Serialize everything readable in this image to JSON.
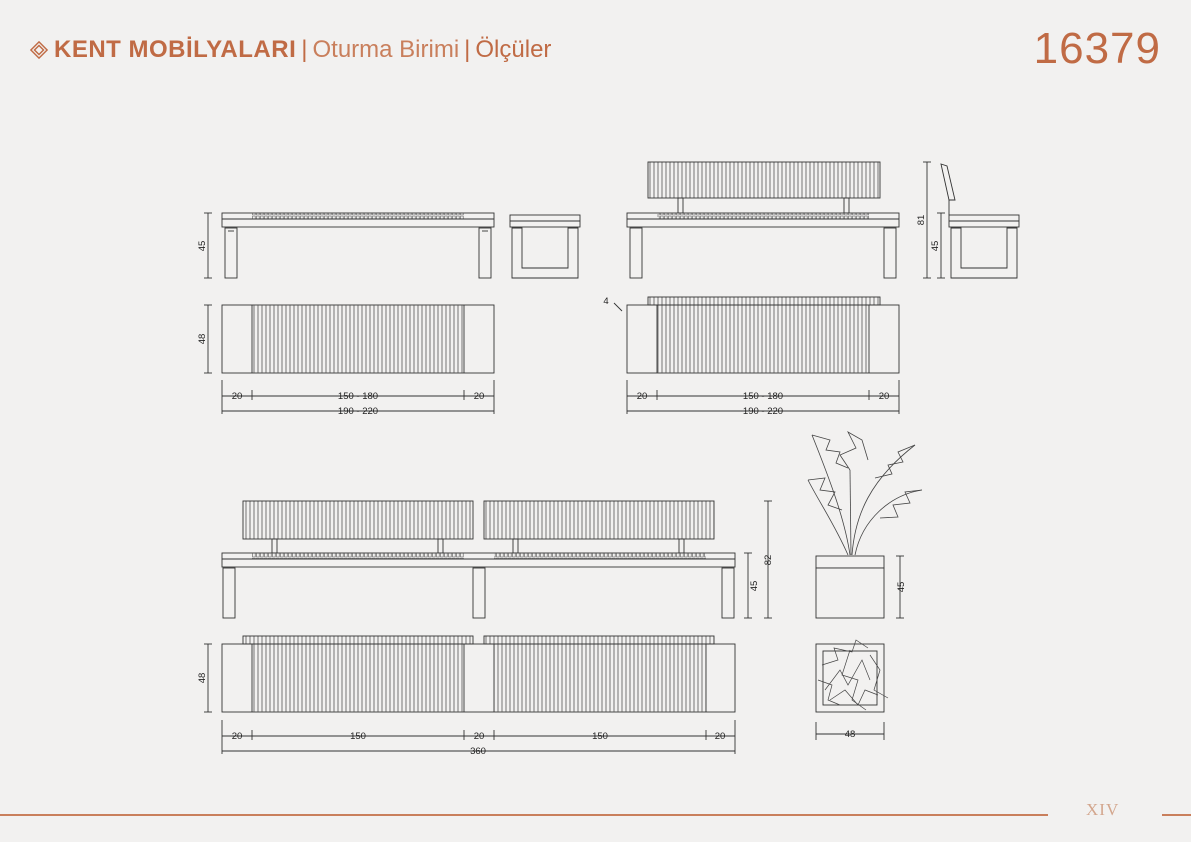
{
  "header": {
    "brand": "KENT MOBİLYALARI",
    "separator": "|",
    "subtitle": "Oturma Birimi",
    "section": "Ölçüler"
  },
  "product_code": "16379",
  "page_number": "XIV",
  "icons": {
    "logo": "diamond-outline-icon",
    "plant": "plant-icon"
  },
  "colors": {
    "accent": "#c06b45",
    "line": "#333333",
    "background": "#f2f1f0"
  },
  "dimensions": {
    "bench_simple": {
      "height": "45",
      "depth": "48",
      "end_left": "20",
      "middle": "150 - 180",
      "end_right": "20",
      "total": "190 - 220"
    },
    "bench_backrest": {
      "overhang": "4",
      "back_height": "81",
      "seat_height": "45",
      "end_left": "20",
      "middle": "150 - 180",
      "end_right": "20",
      "total": "190 - 220"
    },
    "bench_double": {
      "seat_height": "45",
      "back_height": "82",
      "depth": "48",
      "end_left": "20",
      "middle_left": "150",
      "center": "20",
      "middle_right": "150",
      "end_right": "20",
      "total": "360"
    },
    "planter": {
      "height": "45",
      "width": "48"
    }
  }
}
